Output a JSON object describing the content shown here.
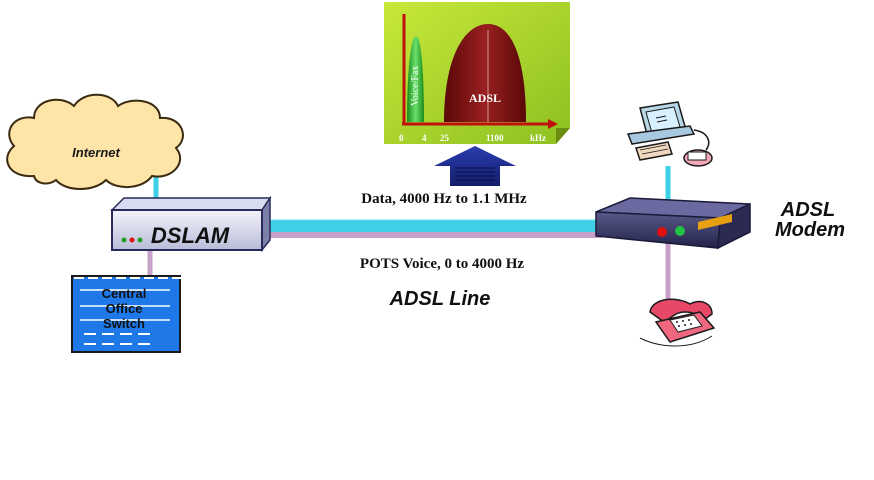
{
  "spectrum": {
    "voice_label": "Voice/Fax",
    "adsl_label": "ADSL",
    "ticks": [
      "0",
      "4",
      "25",
      "1100",
      "kHz"
    ]
  },
  "internet": {
    "label": "Internet"
  },
  "dslam": {
    "label": "DSLAM"
  },
  "switch": {
    "label_lines": [
      "Central",
      "Office",
      "Switch"
    ]
  },
  "modem": {
    "label_lines": [
      "ADSL",
      "Modem"
    ]
  },
  "line": {
    "data_label": "Data,  4000 Hz to 1.1 MHz",
    "pots_label": "POTS Voice,  0 to 4000 Hz",
    "title": "ADSL Line"
  },
  "colors": {
    "data_line": "#3fd0e8",
    "pots_line": "#c8a0c8",
    "panel_green": "#a8d42a",
    "adsl_hump": "#7a1010",
    "voice_hump": "#2ea82e",
    "arrow_blue": "#1a2c8c",
    "cloud": "#ffe4a8",
    "switch_blue": "#1e78e8",
    "modem_body": "#3a3a6a"
  }
}
